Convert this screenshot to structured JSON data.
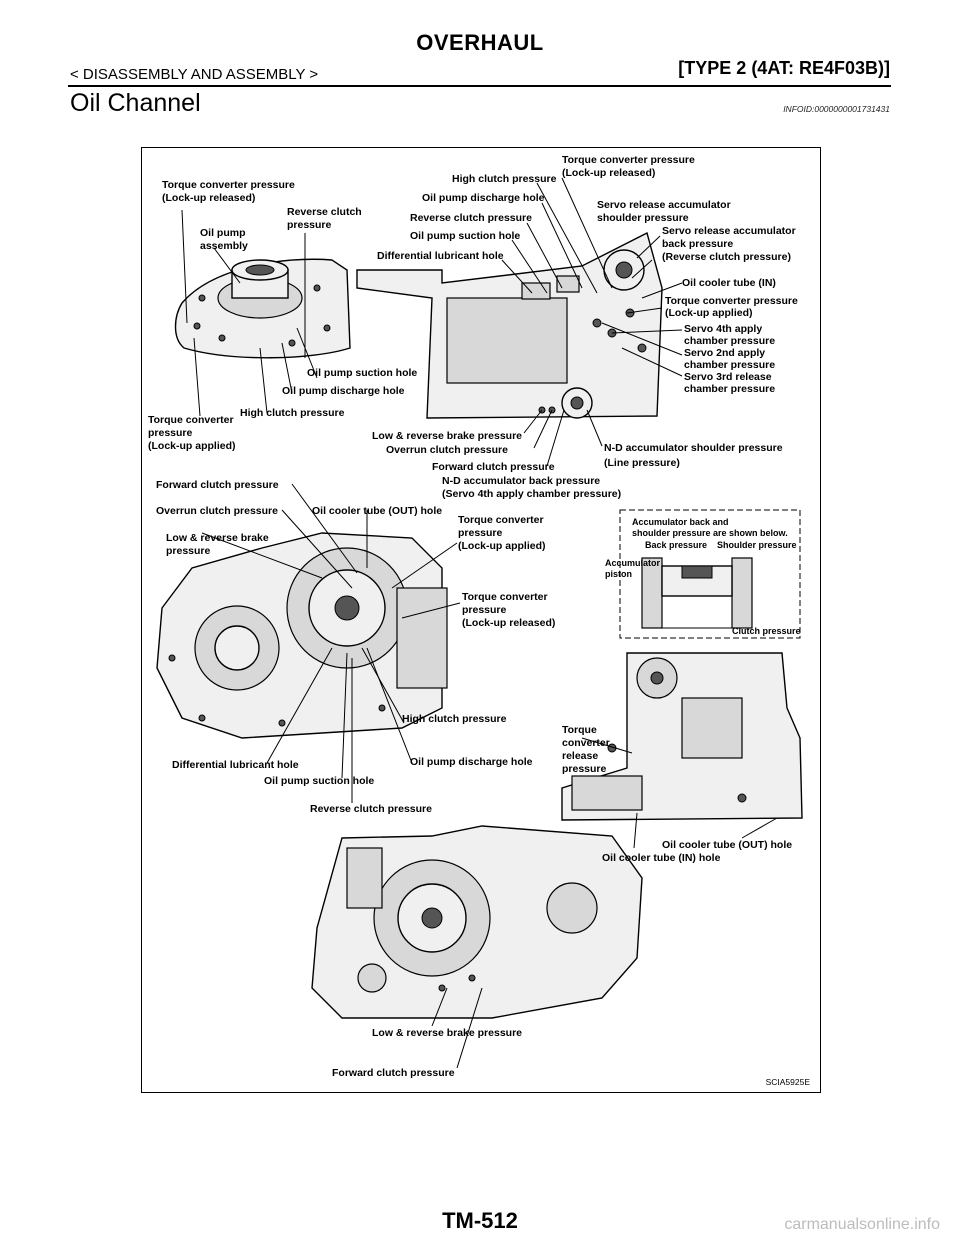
{
  "header": {
    "title": "OVERHAUL",
    "breadcrumb": "< DISASSEMBLY AND ASSEMBLY >",
    "model": "[TYPE 2 (4AT: RE4F03B)]"
  },
  "section": {
    "title": "Oil Channel",
    "info_id": "INFOID:0000000001731431"
  },
  "figure": {
    "id": "SCIA5925E",
    "labels": {
      "a1": "Torque converter pressure",
      "a2": "(Lock-up released)",
      "b1": "Oil pump",
      "b2": "assembly",
      "c1": "Reverse clutch",
      "c2": "pressure",
      "d1": "Oil pump suction hole",
      "e1": "Oil pump discharge hole",
      "f1": "Torque converter",
      "f2": "pressure",
      "f3": "(Lock-up applied)",
      "g1": "High clutch pressure",
      "h1": "Torque converter pressure",
      "h2": "(Lock-up released)",
      "i1": "High clutch pressure",
      "j1": "Oil pump discharge hole",
      "k1": "Servo release accumulator",
      "k2": "shoulder pressure",
      "l1": "Reverse clutch pressure",
      "m1": "Oil pump suction hole",
      "n1": "Servo release accumulator",
      "n2": "back pressure",
      "n3": "(Reverse clutch pressure)",
      "o1": "Differential lubricant hole",
      "p1": "Oil cooler tube (IN)",
      "q1": "Torque converter pressure",
      "q2": "(Lock-up applied)",
      "r1": "Servo 4th apply",
      "r2": "chamber pressure",
      "s1": "Servo 2nd apply",
      "s2": "chamber pressure",
      "t1": "Servo 3rd release",
      "t2": "chamber pressure",
      "u1": "Low & reverse brake pressure",
      "v1": "Overrun clutch pressure",
      "w1": "N-D accumulator shoulder pressure",
      "w2": "(Line pressure)",
      "x1": "Forward clutch pressure",
      "y1": "N-D accumulator back pressure",
      "y2": "(Servo 4th apply chamber pressure)",
      "z1": "Forward clutch pressure",
      "aa1": "Overrun clutch pressure",
      "ab1": "Oil cooler tube (OUT) hole",
      "ac1": "Low & reverse brake",
      "ac2": "pressure",
      "ad1": "Torque converter",
      "ad2": "pressure",
      "ad3": "(Lock-up applied)",
      "ae1": "Accumulator back and",
      "ae2": "shoulder pressure are shown below.",
      "af1": "Back pressure",
      "ag1": "Shoulder pressure",
      "ah1": "Accumulator",
      "ah2": "piston",
      "ai1": "Clutch pressure",
      "aj1": "Torque converter",
      "aj2": "pressure",
      "aj3": "(Lock-up released)",
      "ak1": "High clutch pressure",
      "al1": "Torque",
      "al2": "converter",
      "al3": "release",
      "al4": "pressure",
      "am1": "Differential lubricant hole",
      "an1": "Oil pump discharge hole",
      "ao1": "Oil pump suction hole",
      "ap1": "Reverse clutch pressure",
      "aq1": "Oil cooler tube (OUT) hole",
      "ar1": "Oil cooler tube (IN) hole",
      "as1": "Low & reverse brake pressure",
      "at1": "Forward clutch pressure"
    }
  },
  "footer": {
    "page_number": "TM-512",
    "watermark": "carmanualsonline.info"
  }
}
